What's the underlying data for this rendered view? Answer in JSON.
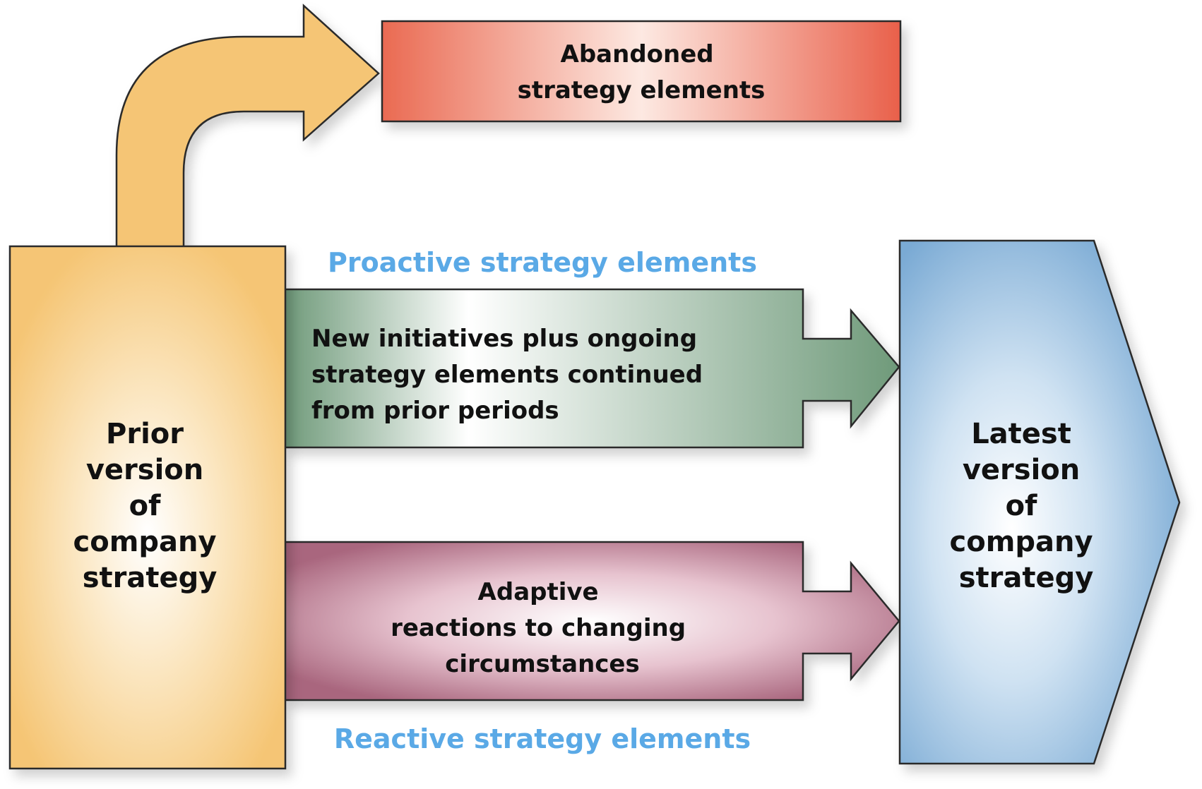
{
  "prior_box": {
    "lines": [
      "Prior",
      "version",
      "of",
      "company",
      "strategy"
    ],
    "color": "#f5c574"
  },
  "abandoned_box": {
    "lines": [
      "Abandoned",
      "strategy elements"
    ],
    "color": "#e9604a"
  },
  "proactive": {
    "caption": "Proactive strategy elements",
    "lines": [
      "New initiatives plus ongoing",
      "strategy elements continued",
      "from prior periods"
    ],
    "color": "#6f9a7a"
  },
  "reactive": {
    "caption": "Reactive strategy elements",
    "lines": [
      "Adaptive",
      "reactions to changing",
      "circumstances"
    ],
    "color": "#a9667e"
  },
  "latest_box": {
    "lines": [
      "Latest",
      "version",
      "of",
      "company",
      "strategy"
    ],
    "color": "#7aaad4"
  },
  "caption_color": "#5aa9e6",
  "outline_color": "#2b2b2b"
}
